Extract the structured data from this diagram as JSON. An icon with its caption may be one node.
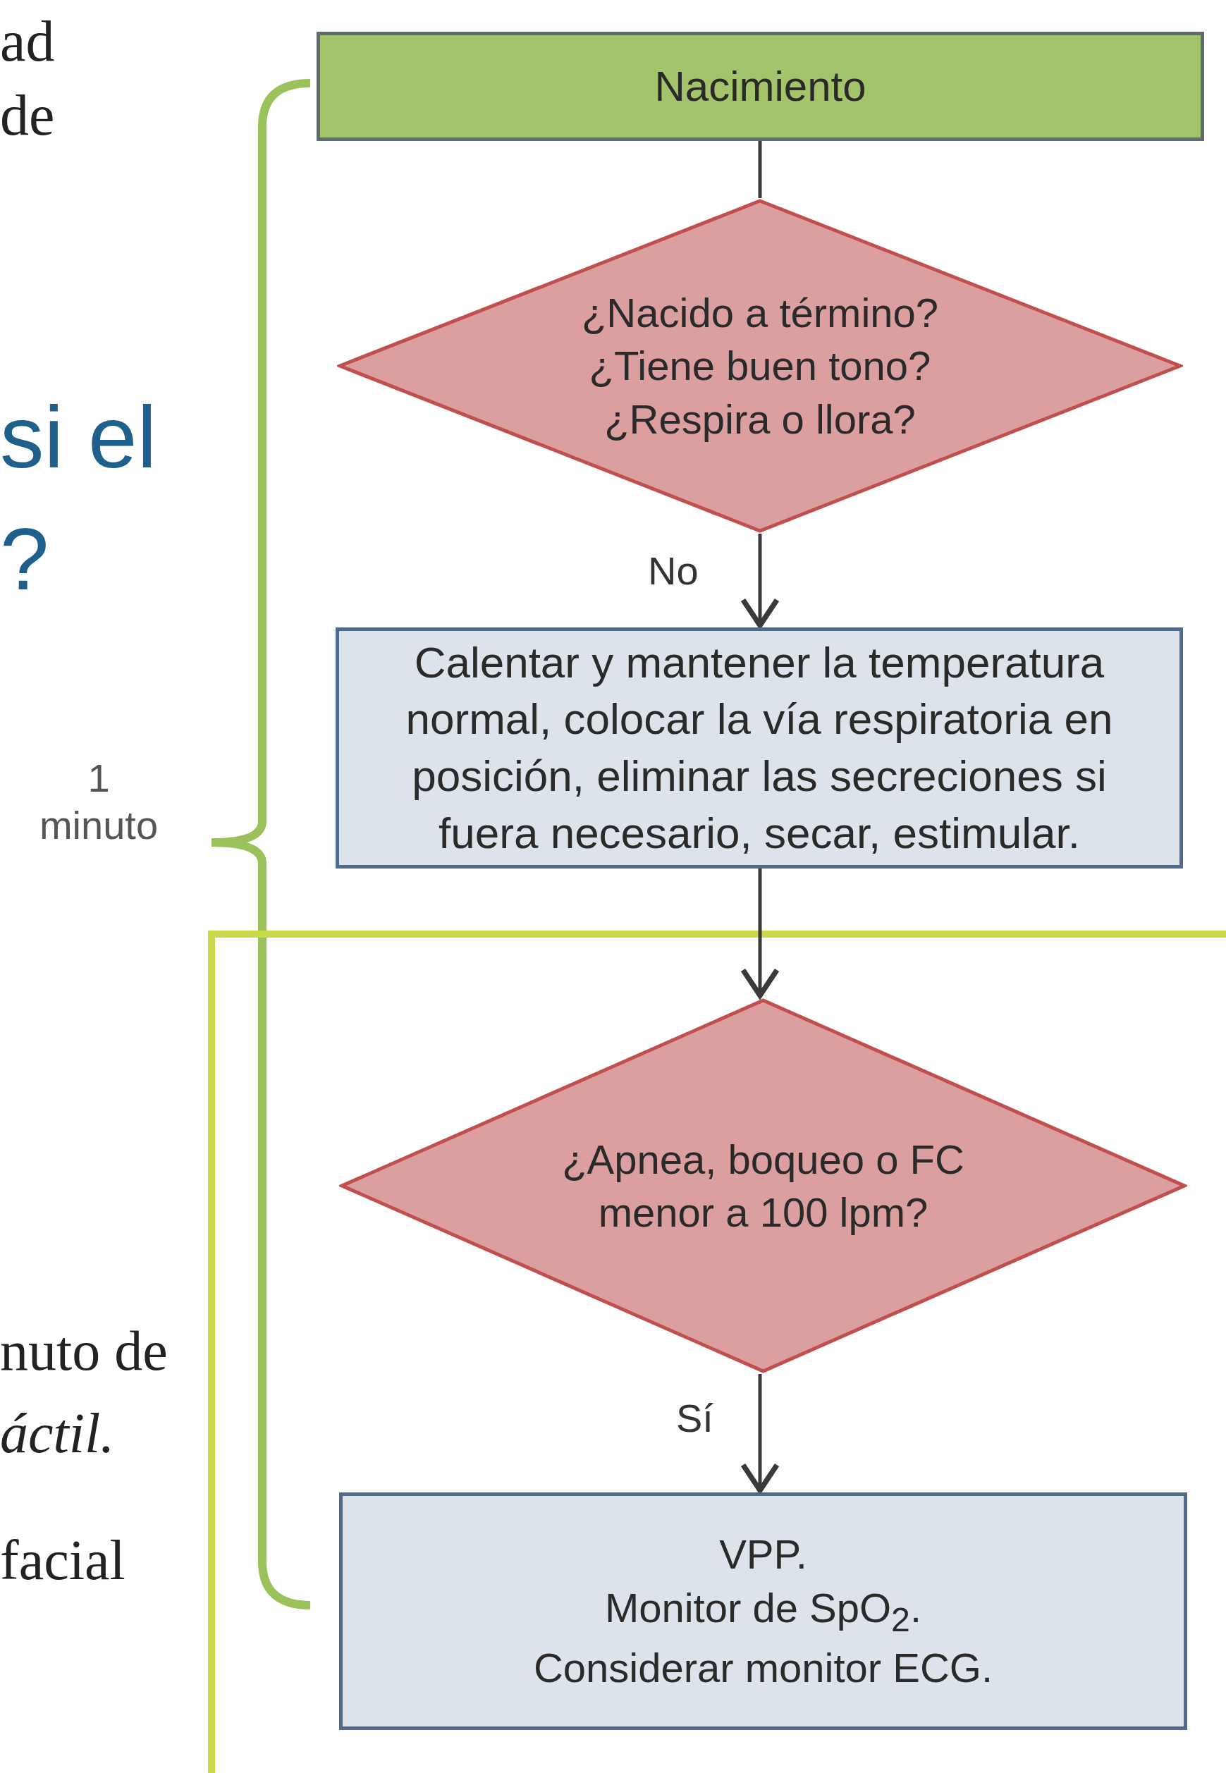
{
  "diagram": {
    "nodes": [
      {
        "text": [
          "Nacimiento"
        ]
      },
      {
        "text": [
          "¿Nacido a término?",
          "¿Tiene buen tono?",
          "¿Respira o llora?"
        ]
      },
      {
        "text": [
          "Calentar y mantener la temperatura normal, colocar la vía respiratoria en posición, eliminar las secreciones si fuera necesario, secar, estimular."
        ]
      },
      {
        "text": [
          "¿Apnea, boqueo o FC menor a 100 lpm?"
        ]
      },
      {
        "text": [
          "VPP.",
          "Monitor de SpO$_{2}$.",
          "Considerar monitor ECG."
        ]
      }
    ],
    "edges": [
      {
        "from": 0,
        "to": 1,
        "arrow": "none"
      },
      {
        "from": 1,
        "to": 2,
        "arrow": "to",
        "label": "No"
      },
      {
        "from": 2,
        "to": 3,
        "arrow": "to"
      },
      {
        "from": 3,
        "to": 4,
        "arrow": "to",
        "label": "Sí"
      }
    ],
    "labels": [
      "ad",
      "de",
      "si el",
      "?",
      "1 minuto",
      "nuto de",
      "áctil.",
      "facial"
    ]
  }
}
